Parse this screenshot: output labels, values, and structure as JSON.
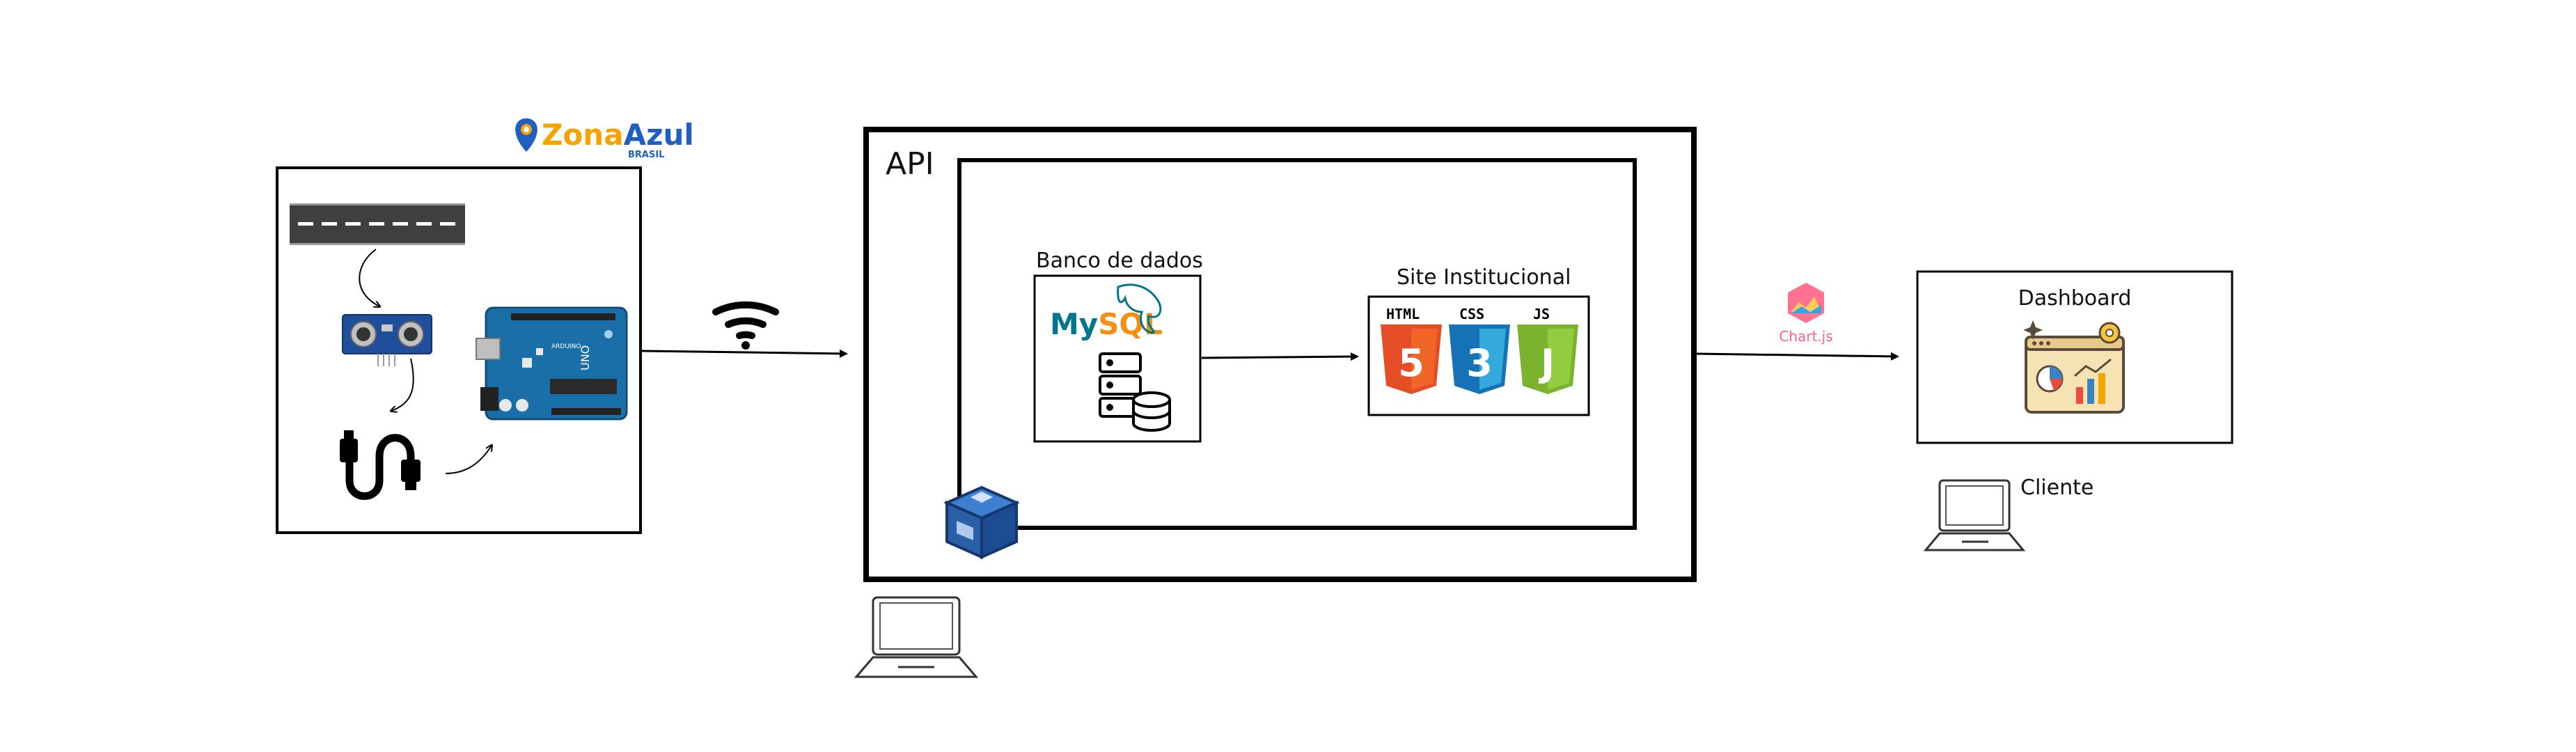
{
  "logo": {
    "name_part1": "Zona",
    "name_part2": "Azul",
    "sub": "BRASIL",
    "colors": {
      "primary": "#f5a300",
      "secondary": "#1f5fbf"
    }
  },
  "arduino": {
    "board_text": "UNO",
    "board_sub": "ARDUINO"
  },
  "api": {
    "label": "API"
  },
  "database": {
    "label": "Banco de dados",
    "mysql": {
      "part1": "My",
      "part2": "SQL",
      "colors": {
        "part1": "#00758f",
        "part2": "#f29111"
      }
    }
  },
  "site": {
    "label": "Site Institucional",
    "badges": [
      {
        "name": "HTML",
        "number": "5",
        "color": "#e44d26"
      },
      {
        "name": "CSS",
        "number": "3",
        "color": "#1572b6"
      },
      {
        "name": "JS",
        "number": "J",
        "color": "#7bb32e"
      }
    ]
  },
  "chartjs": {
    "label": "Chart.js",
    "color": "#ff6384"
  },
  "dashboard": {
    "label": "Dashboard"
  },
  "client": {
    "label": "Cliente"
  },
  "icons": [
    "road-icon",
    "ultrasonic-sensor-icon",
    "usb-cable-icon",
    "arduino-board-icon",
    "wifi-icon",
    "virtualbox-icon",
    "mysql-logo",
    "database-server-icon",
    "html5-icon",
    "css3-icon",
    "js-icon",
    "chartjs-logo",
    "dashboard-icon",
    "laptop-icon"
  ]
}
